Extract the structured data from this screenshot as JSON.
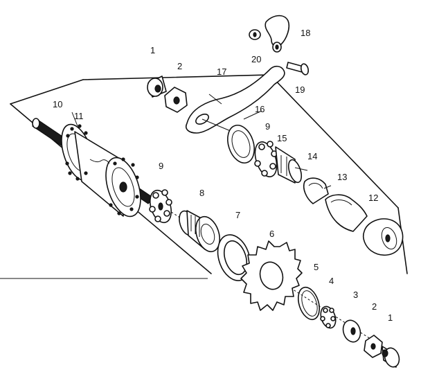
{
  "diagram": {
    "callouts": [
      {
        "id": "c1a",
        "text": "1"
      },
      {
        "id": "c2a",
        "text": "2"
      },
      {
        "id": "c17",
        "text": "17"
      },
      {
        "id": "c18",
        "text": "18"
      },
      {
        "id": "c20",
        "text": "20"
      },
      {
        "id": "c19",
        "text": "19"
      },
      {
        "id": "c16",
        "text": "16"
      },
      {
        "id": "c10",
        "text": "10"
      },
      {
        "id": "c11",
        "text": "11"
      },
      {
        "id": "c9a",
        "text": "9"
      },
      {
        "id": "c15",
        "text": "15"
      },
      {
        "id": "c14",
        "text": "14"
      },
      {
        "id": "c13",
        "text": "13"
      },
      {
        "id": "c12",
        "text": "12"
      },
      {
        "id": "c9b",
        "text": "9"
      },
      {
        "id": "c8",
        "text": "8"
      },
      {
        "id": "c7",
        "text": "7"
      },
      {
        "id": "c6",
        "text": "6"
      },
      {
        "id": "c5",
        "text": "5"
      },
      {
        "id": "c4",
        "text": "4"
      },
      {
        "id": "c3",
        "text": "3"
      },
      {
        "id": "c2b",
        "text": "2"
      },
      {
        "id": "c1b",
        "text": "1"
      }
    ]
  }
}
